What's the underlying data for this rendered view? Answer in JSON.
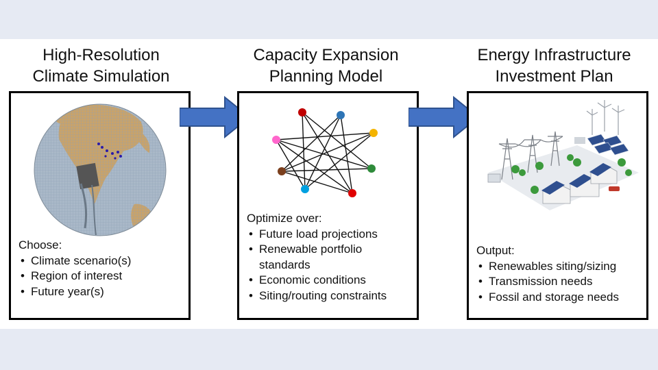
{
  "columns": [
    {
      "title_line1": "High-Resolution",
      "title_line2": "Climate Simulation",
      "heading": "Choose:",
      "items": [
        "Climate scenario(s)",
        "Region of interest",
        "Future year(s)"
      ]
    },
    {
      "title_line1": "Capacity Expansion",
      "title_line2": "Planning Model",
      "heading": "Optimize over:",
      "items": [
        "Future load projections",
        "Renewable portfolio standards",
        "Economic conditions",
        "Siting/routing constraints"
      ]
    },
    {
      "title_line1": "Energy Infrastructure",
      "title_line2": "Investment Plan",
      "heading": "Output:",
      "items": [
        "Renewables siting/sizing",
        "Transmission needs",
        "Fossil and storage needs"
      ]
    }
  ],
  "colors": {
    "arrow": "#4472c4",
    "node_colors": [
      "#c00000",
      "#2e75b6",
      "#f4b400",
      "#ff66cc",
      "#2e8b3a",
      "#7b3f1d",
      "#00a0e0",
      "#e00000"
    ]
  },
  "icons": [
    "globe-icon",
    "network-graph-icon",
    "energy-infrastructure-icon",
    "arrow-right-icon"
  ]
}
